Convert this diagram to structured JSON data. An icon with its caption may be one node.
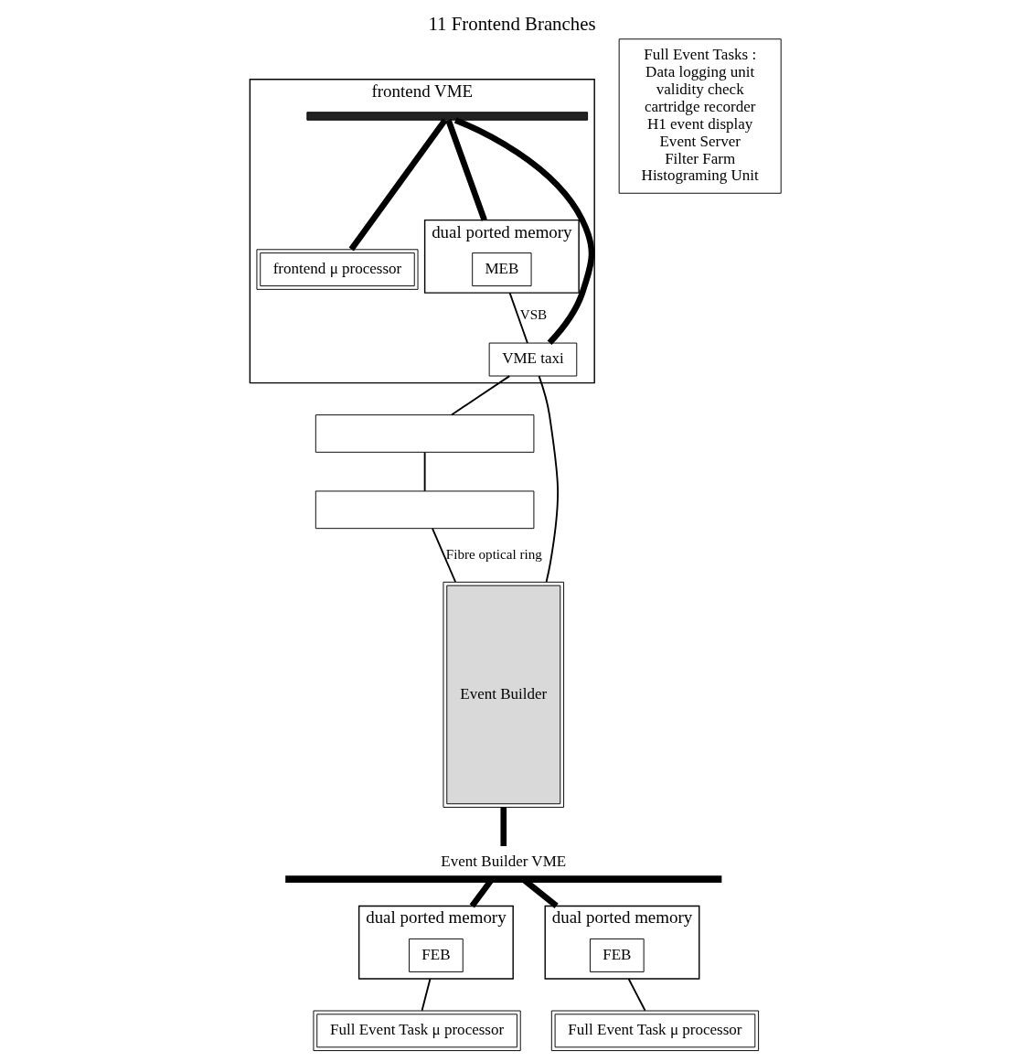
{
  "diagram": {
    "title": "11 Frontend Branches",
    "nodes": [
      {
        "text": [
          "frontend VME"
        ]
      },
      {
        "text": [],
        "shape": "bar",
        "in": 0
      },
      {
        "text": [
          "frontend μ processor"
        ],
        "in": 0
      },
      {
        "text": [
          "dual ported memory"
        ],
        "in": 0
      },
      {
        "text": [
          "MEB"
        ],
        "in": 3
      },
      {
        "text": [
          "VME taxi"
        ],
        "in": 0
      },
      {
        "text": [],
        "shape": "box"
      },
      {
        "text": [],
        "shape": "box"
      },
      {
        "text": [
          "Event Builder"
        ]
      },
      {
        "text": [
          "Event Builder VME"
        ]
      },
      {
        "text": [
          "dual ported memory"
        ]
      },
      {
        "text": [
          "FEB"
        ],
        "in": 10
      },
      {
        "text": [
          "dual ported memory"
        ]
      },
      {
        "text": [
          "FEB"
        ],
        "in": 12
      },
      {
        "text": [
          "Full Event Task μ processor"
        ]
      },
      {
        "text": [
          "Full Event Task μ processor"
        ]
      },
      {
        "text": [
          "Full Event Tasks :",
          "Data logging unit",
          "validity check",
          "cartridge recorder",
          "H1 event display",
          "Event Server",
          "Filter Farm",
          "Histograming Unit"
        ]
      }
    ],
    "edges": [
      {
        "from": 1,
        "to": 2,
        "arrow": "none",
        "style": "thick"
      },
      {
        "from": 1,
        "to": 3,
        "arrow": "none",
        "style": "thick"
      },
      {
        "from": 1,
        "to": 5,
        "arrow": "none",
        "style": "thick"
      },
      {
        "from": 3,
        "to": 5,
        "arrow": "none",
        "label": "VSB"
      },
      {
        "from": 5,
        "to": 8,
        "arrow": "none"
      },
      {
        "from": 5,
        "to": 6,
        "arrow": "none"
      },
      {
        "from": 6,
        "to": 7,
        "arrow": "none"
      },
      {
        "from": 7,
        "to": 8,
        "arrow": "none",
        "label": "Fibre optical ring"
      },
      {
        "from": 8,
        "to": 9,
        "arrow": "none",
        "style": "thick"
      },
      {
        "from": 9,
        "to": 10,
        "arrow": "none",
        "style": "thick"
      },
      {
        "from": 9,
        "to": 12,
        "arrow": "none",
        "style": "thick"
      },
      {
        "from": 10,
        "to": 14,
        "arrow": "none"
      },
      {
        "from": 12,
        "to": 15,
        "arrow": "none"
      }
    ]
  }
}
